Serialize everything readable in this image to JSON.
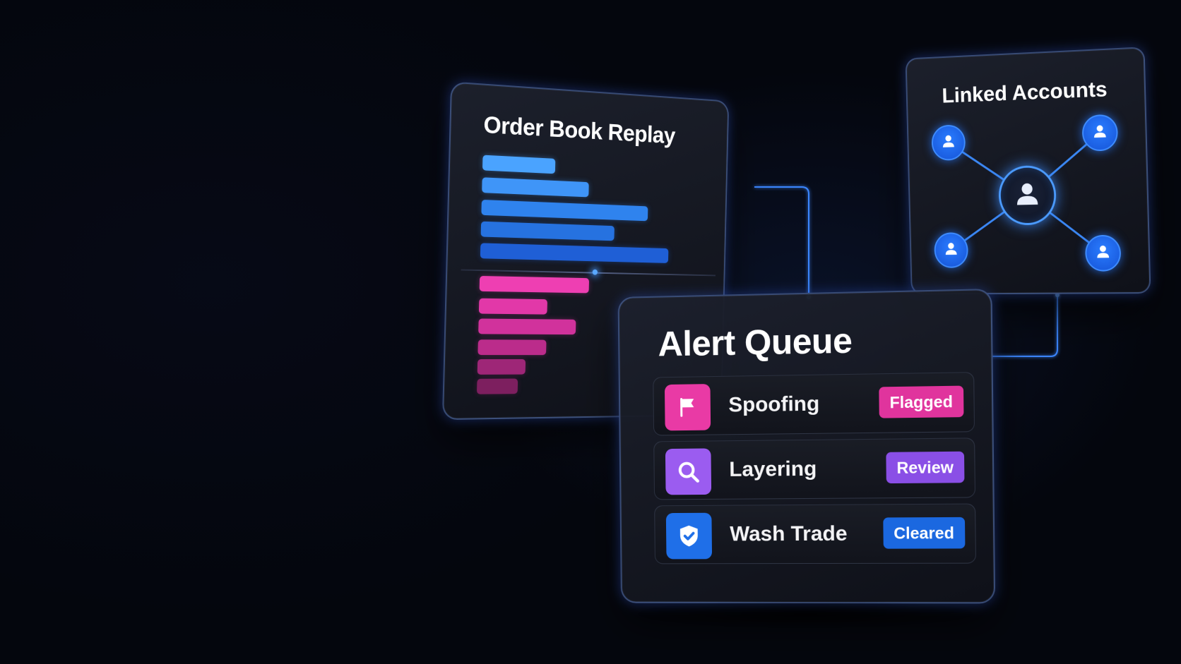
{
  "order_book": {
    "title": "Order Book Replay",
    "bid_bars": [
      {
        "fill": 0.29,
        "color": "#4aa3ff"
      },
      {
        "fill": 0.43,
        "color": "#3f95f8"
      },
      {
        "fill": 0.68,
        "color": "#2f83ee"
      },
      {
        "fill": 0.54,
        "color": "#2672e0"
      },
      {
        "fill": 0.77,
        "color": "#1f5fd6"
      }
    ],
    "ask_bars": [
      {
        "fill": 0.44,
        "color": "#ee3fb2"
      },
      {
        "fill": 0.27,
        "color": "#e238a8"
      },
      {
        "fill": 0.39,
        "color": "#d1329c"
      },
      {
        "fill": 0.27,
        "color": "#bb2c8b"
      },
      {
        "fill": 0.19,
        "color": "#9e2677"
      },
      {
        "fill": 0.16,
        "color": "#7d1f5f"
      }
    ]
  },
  "linked_accounts": {
    "title": "Linked Accounts",
    "accent": "#2a7cff",
    "nodes": [
      "user-icon",
      "user-icon",
      "user-icon",
      "user-icon",
      "user-icon"
    ]
  },
  "alert_queue": {
    "title": "Alert Queue",
    "items": [
      {
        "label": "Spoofing",
        "status": "Flagged",
        "icon": "flag-icon",
        "icon_color": "#e93aa5",
        "status_color": "#e0349d"
      },
      {
        "label": "Layering",
        "status": "Review",
        "icon": "search-icon",
        "icon_color": "#9b5cf0",
        "status_color": "#8a4fe6"
      },
      {
        "label": "Wash Trade",
        "status": "Cleared",
        "icon": "shield-check-icon",
        "icon_color": "#1f6fe8",
        "status_color": "#1b68e0"
      }
    ]
  }
}
